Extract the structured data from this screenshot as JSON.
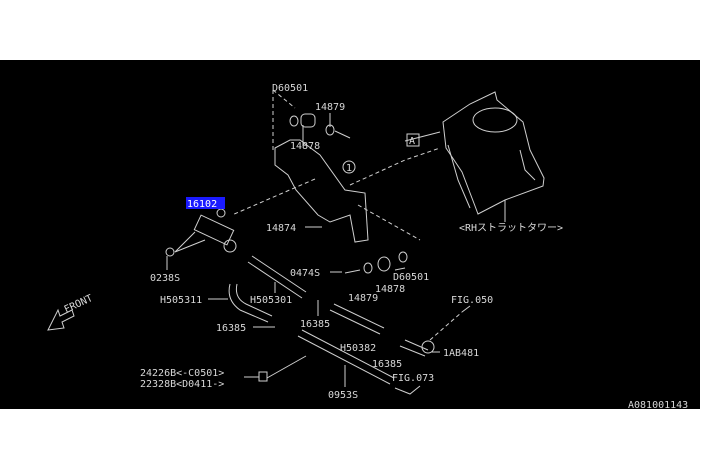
{
  "diagram_id": "A081001143",
  "front_label": "FRONT",
  "strut_tower_label": "<RHストラットタワー>",
  "ref_box": "A",
  "ref_circle": "1",
  "highlighted_part": "16102",
  "parts": {
    "d60501_top": "D60501",
    "p14879_top": "14879",
    "p14878_top": "14878",
    "p14874": "14874",
    "p0238s": "0238S",
    "p0474s": "0474S",
    "d60501_bottom": "D60501",
    "p14878_bottom": "14878",
    "p14879_bottom": "14879",
    "h505311": "H505311",
    "h505301": "H505301",
    "p16385_a": "16385",
    "p16385_b": "16385",
    "h50382": "H50382",
    "p16385_c": "16385",
    "p1ab481": "1AB481",
    "fig050": "FIG.050",
    "fig073": "FIG.073",
    "p24226b": "24226B<-C0501>",
    "p22328b": "22328B<D0411->",
    "p0953s": "0953S"
  }
}
